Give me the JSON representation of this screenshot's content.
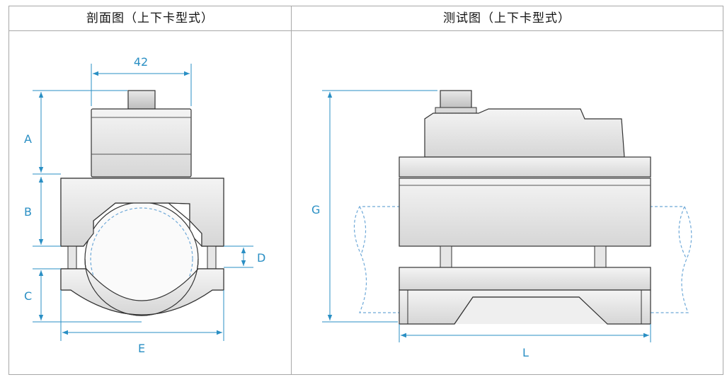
{
  "headers": {
    "left": "剖面图（上下卡型式）",
    "right": "测试图（上下卡型式）"
  },
  "dimensions": {
    "width_top": "42",
    "A": "A",
    "B": "B",
    "C": "C",
    "D": "D",
    "E": "E",
    "G": "G",
    "L": "L"
  },
  "colors": {
    "dimension_line": "#2a8fc4",
    "outline": "#333333",
    "pipe_dashed": "#6fa9d8"
  }
}
